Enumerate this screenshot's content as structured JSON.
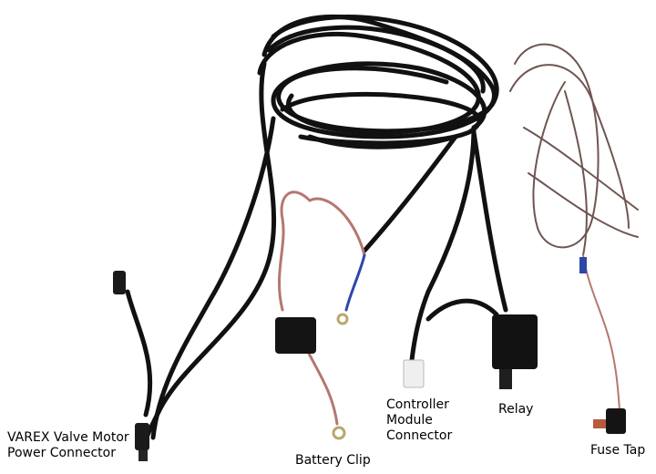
{
  "labels": {
    "varex": [
      "VAREX Valve Motor",
      "Power Connector"
    ],
    "battery": "Battery Clip",
    "controller": [
      "Controller",
      "Module",
      "Connector"
    ],
    "relay": "Relay",
    "fuse": "Fuse Tap"
  },
  "colors": {
    "background": "#ffffff",
    "cable": "#111111",
    "red_wire": "#b5776f",
    "brown_wire": "#6f5552",
    "blue_band": "#2f47a8",
    "connector_white": "#efefef"
  }
}
